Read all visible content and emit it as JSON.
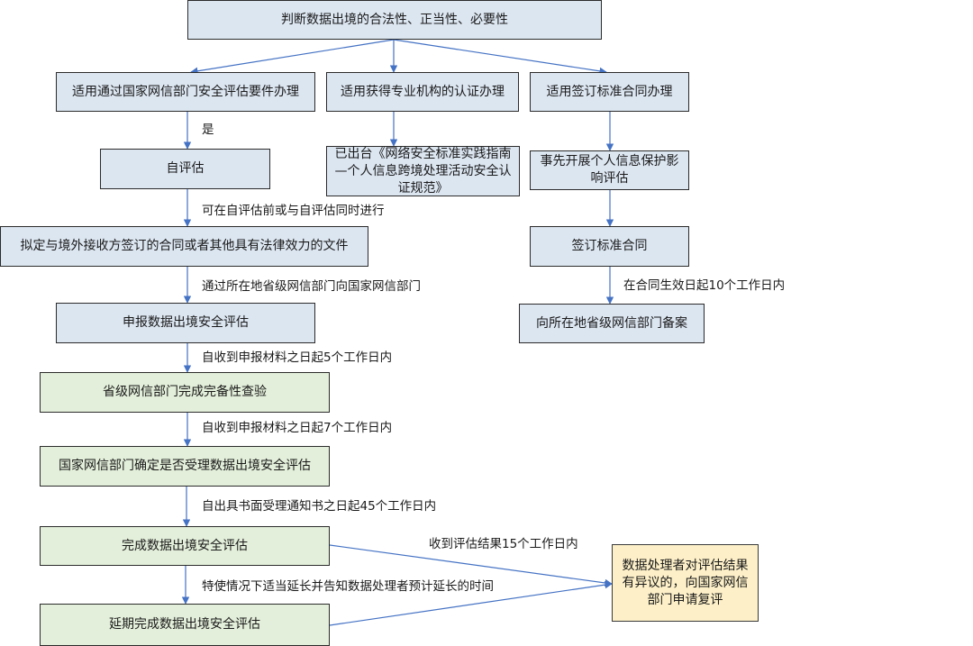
{
  "nodes": {
    "top": "判断数据出境的合法性、正当性、必要性",
    "route_a": "适用通过国家网信部门安全评估要件办理",
    "route_b": "适用获得专业机构的认证办理",
    "route_c": "适用签订标准合同办理",
    "self_eval": "自评估",
    "cert_doc": "已出台《网络安全标准实践指南—个人信息跨境处理活动安全认证规范》",
    "pia": "事先开展个人信息保护影响评估",
    "contract_doc": "拟定与境外接收方签订的合同或者其他具有法律效力的文件",
    "sign_contract": "签订标准合同",
    "apply": "申报数据出境安全评估",
    "filing": "向所在地省级网信部门备案",
    "completeness": "省级网信部门完成完备性查验",
    "accept": "国家网信部门确定是否受理数据出境安全评估",
    "complete_eval": "完成数据出境安全评估",
    "extend_eval": "延期完成数据出境安全评估",
    "review": "数据处理者对评估结果有异议的，向国家网信部门申请复评"
  },
  "labels": {
    "yes": "是",
    "before_or_with": "可在自评估前或与自评估同时进行",
    "via_provincial": "通过所在地省级网信部门向国家网信部门",
    "within_5": "自收到申报材料之日起5个工作日内",
    "within_7": "自收到申报材料之日起7个工作日内",
    "within_45": "自出具书面受理通知书之日起45个工作日内",
    "special_extend": "特使情况下适当延长并告知数据处理者预计延长的时间",
    "within_15_result": "收到评估结果15个工作日内",
    "within_10_contract": "在合同生效日起10个工作日内"
  },
  "colors": {
    "arrow": "#4472c4",
    "box_blue": "#dce6f1",
    "box_green": "#e3efda",
    "box_yellow": "#fdf0c8"
  }
}
